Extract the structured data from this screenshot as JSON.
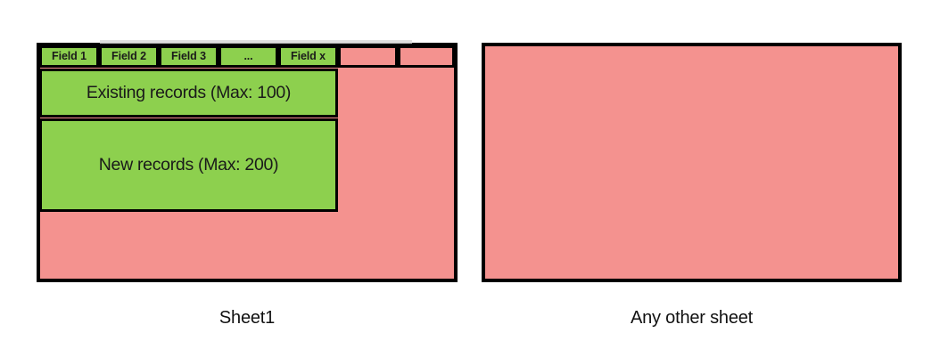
{
  "diagram": {
    "type": "spreadsheet-import-zones",
    "background": "#ffffff",
    "colors": {
      "allowed_green": "#8DD04E",
      "blocked_pink": "#F4928F",
      "border_black": "#000000",
      "text": "#111111"
    },
    "panels": [
      {
        "id": "sheet1",
        "caption": "Sheet1",
        "fill": "#F4928F",
        "header_fields": [
          {
            "label": "Field 1",
            "fill": "#8DD04E"
          },
          {
            "label": "Field 2",
            "fill": "#8DD04E"
          },
          {
            "label": "Field 3",
            "fill": "#8DD04E"
          },
          {
            "label": "...",
            "fill": "#8DD04E"
          },
          {
            "label": "Field x",
            "fill": "#8DD04E"
          }
        ],
        "header_extra_cells": [
          {
            "label": "",
            "fill": "#F4928F"
          },
          {
            "label": "",
            "fill": "#F4928F"
          }
        ],
        "bands": [
          {
            "label": "Existing records (Max: 100)",
            "fill": "#8DD04E",
            "max": 100
          },
          {
            "label": "New records (Max: 200)",
            "fill": "#8DD04E",
            "max": 200
          }
        ]
      },
      {
        "id": "other-sheet",
        "caption": "Any other sheet",
        "fill": "#F4928F",
        "header_fields": [],
        "header_extra_cells": [],
        "bands": []
      }
    ]
  }
}
